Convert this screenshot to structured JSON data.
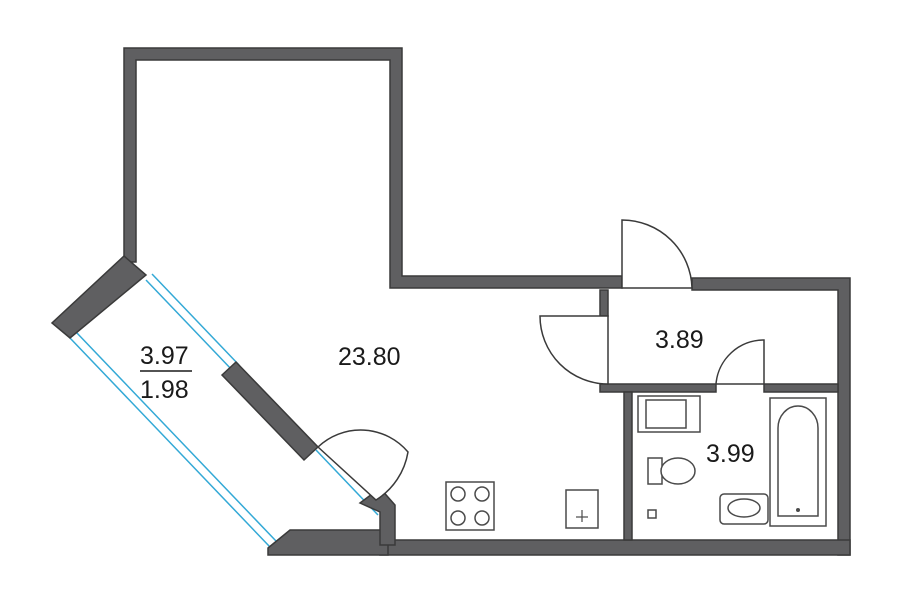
{
  "plan": {
    "rooms": [
      {
        "id": "main-room",
        "area": "23.80"
      },
      {
        "id": "hallway",
        "area": "3.89"
      },
      {
        "id": "bathroom",
        "area": "3.99"
      },
      {
        "id": "balcony",
        "area_total": "3.97",
        "area_reduced": "1.98"
      }
    ],
    "colors": {
      "wall": "#5f5f61",
      "glazing": "#33a9d6",
      "background": "#ffffff"
    }
  }
}
